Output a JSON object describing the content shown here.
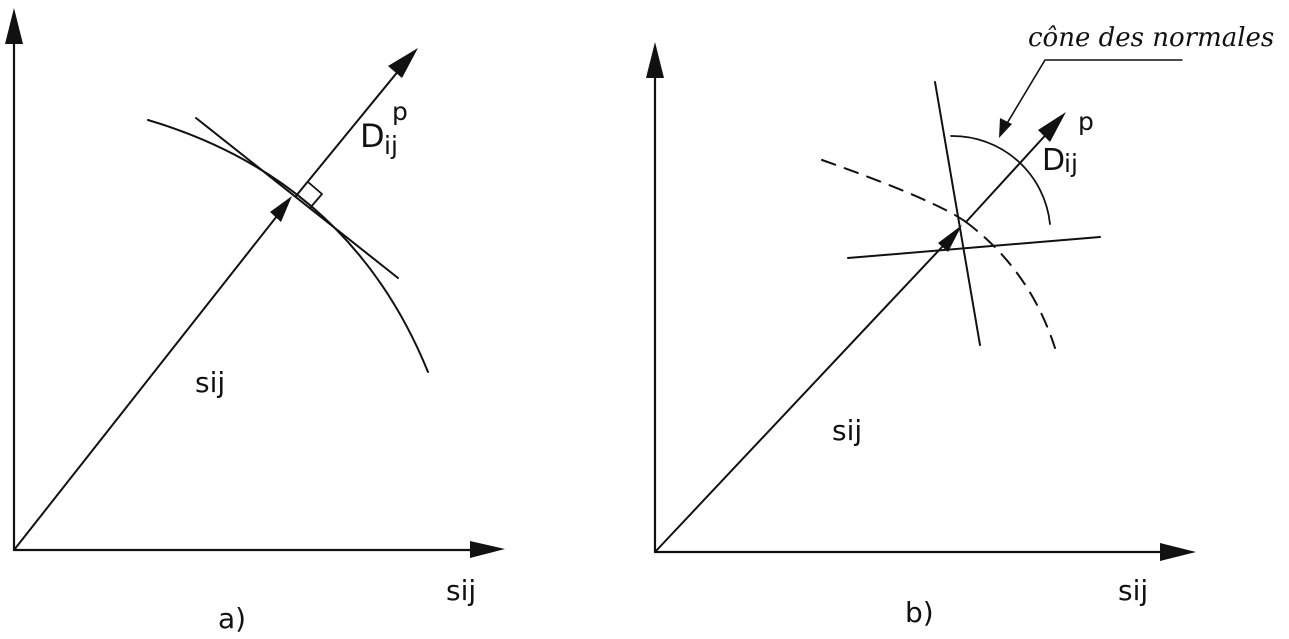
{
  "panel_a": {
    "caption": "a)",
    "x_axis_label": "sij",
    "stress_vector_label": "sij",
    "flow_main": "D",
    "flow_sub": "ij",
    "flow_sup": "p"
  },
  "panel_b": {
    "caption": "b)",
    "x_axis_label": "sij",
    "stress_vector_label": "sij",
    "flow_main": "D",
    "flow_sub": "ij",
    "flow_sup": "p",
    "cone_annotation": "cône des normales"
  },
  "colors": {
    "ink": "#111111",
    "background": "#ffffff"
  }
}
